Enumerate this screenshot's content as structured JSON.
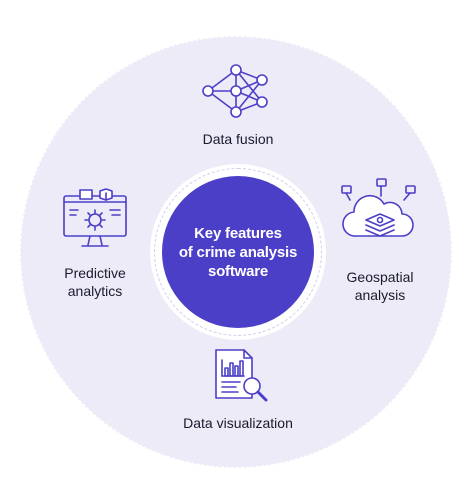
{
  "center": {
    "title_lines": [
      "Key features",
      "of crime analysis",
      "software"
    ]
  },
  "features": {
    "data_fusion": {
      "label": "Data fusion",
      "icon": "neural-network-icon"
    },
    "geospatial": {
      "label_lines": [
        "Geospatial",
        "analysis"
      ],
      "icon": "cloud-map-icon"
    },
    "data_visualization": {
      "label": "Data visualization",
      "icon": "report-magnifier-icon"
    },
    "predictive": {
      "label_lines": [
        "Predictive",
        "analytics"
      ],
      "icon": "monitor-gear-icon"
    }
  },
  "colors": {
    "accent": "#4B3FC8",
    "ring": "#ECEBF7",
    "icon_stroke": "#4B3FC8"
  }
}
